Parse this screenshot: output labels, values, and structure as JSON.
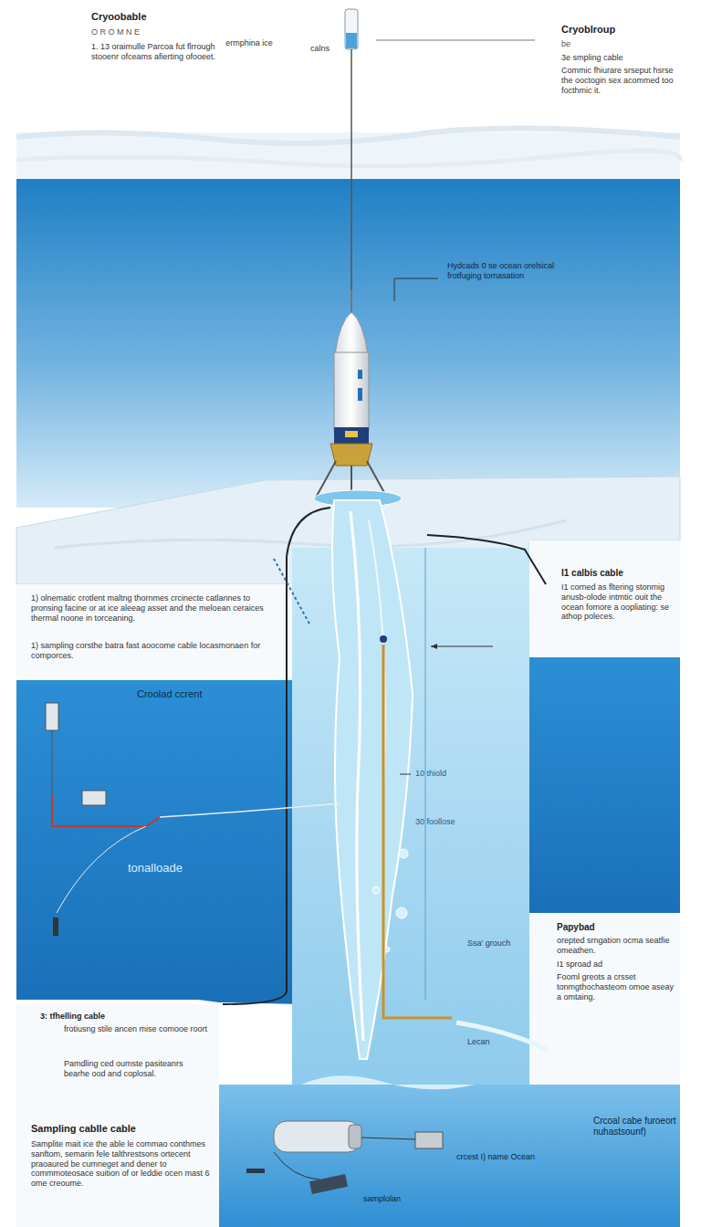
{
  "diagram": {
    "title": "Cryoobable",
    "labels": [
      "O R O M N E",
      "1. 13 oraimulle Parcoa fut flrrough stooenr ofceams afierting ofooeet.",
      "ermphina ice",
      "calns",
      "Cryoblroup",
      "be",
      "3e smpling cable",
      "Commic fhiurare srseput hsrse the ooctogin sex acommed too focthmic it.",
      "Hydcads 0 se ocean orelsical frotfuging tomasation",
      "1) olnematic crotlent maltng thornmes crcinecte catlannes to pronsing facine or at ice aleeag asset and the meloean ceraices thermal noone in torceaning.",
      "1) sampling corsthe batra fast aoocome cable locasmonaen for comporces.",
      "Croolad ccrent",
      "tonalloade",
      "I1 calbis cable",
      "I1 corned as fltering stonmig anusb-olode intmtic ouit the ocean fomore a oopliating: se athop poleces.",
      "10 thiold",
      "30 foollose",
      "Ssa' grouch",
      "Lecan",
      "Papybad",
      "orepted srngation ocma seatfie omeathen.",
      "I1 sproad ad",
      "Fooml greots a crsset tonmgthochasteom omoe aseay a omtaing.",
      "Crcoal cabe furoeort nuhastsounf)",
      "crcest I) name Ocean",
      "samplolan",
      "3: tfhelling cable",
      "frotiusng stile ancen mise comooe roort",
      "Pamdling ced oumste pasiteanrs bearhe ood and coplosal.",
      "Sampling cablle cable",
      "Samplite mait ice the able le commao conthmes sanftom, semarin fele talthrestsons ortecent praoaured be cumneget and dener to commmoteosace suition of or leddie ocen mast 6 ome creoume."
    ]
  }
}
